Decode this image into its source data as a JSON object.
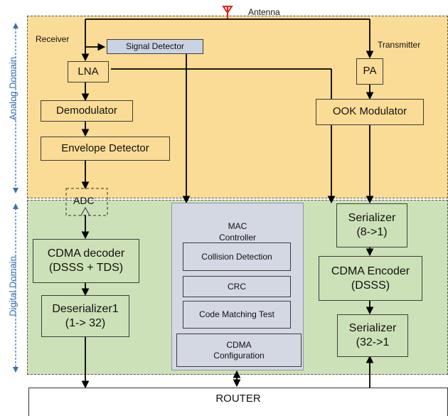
{
  "antenna": {
    "label": "Antenna"
  },
  "domains": {
    "analog": "Analog Domain",
    "digital": "Digital Domain"
  },
  "receiver": {
    "label": "Receiver",
    "signal_detector": "Signal Detector",
    "lna": "LNA",
    "demodulator": "Demodulator",
    "envelope_detector": "Envelope Detector",
    "adc": "ADC",
    "cdma_decoder": "CDMA decoder\n(DSSS + TDS)",
    "deserializer": "Deserializer1\n(1-> 32)"
  },
  "transmitter": {
    "label": "Transmitter",
    "pa": "PA",
    "ook_modulator": "OOK Modulator",
    "serializer_8": "Serializer\n(8->1)",
    "cdma_encoder": "CDMA Encoder\n(DSSS)",
    "serializer_32": "Serializer\n(32->1"
  },
  "mac": {
    "title": "MAC\nController",
    "collision_detection": "Collision Detection",
    "crc": "CRC",
    "code_matching": "Code Matching Test",
    "cdma_config": "CDMA\nConfiguration"
  },
  "router": {
    "label": "ROUTER"
  },
  "colors": {
    "analog_bg": "#fbdc96",
    "digital_bg": "#cde1b8",
    "mac_bg": "#d3d8e2",
    "antenna": "#e0241b",
    "domain_label": "#3a6fae"
  }
}
